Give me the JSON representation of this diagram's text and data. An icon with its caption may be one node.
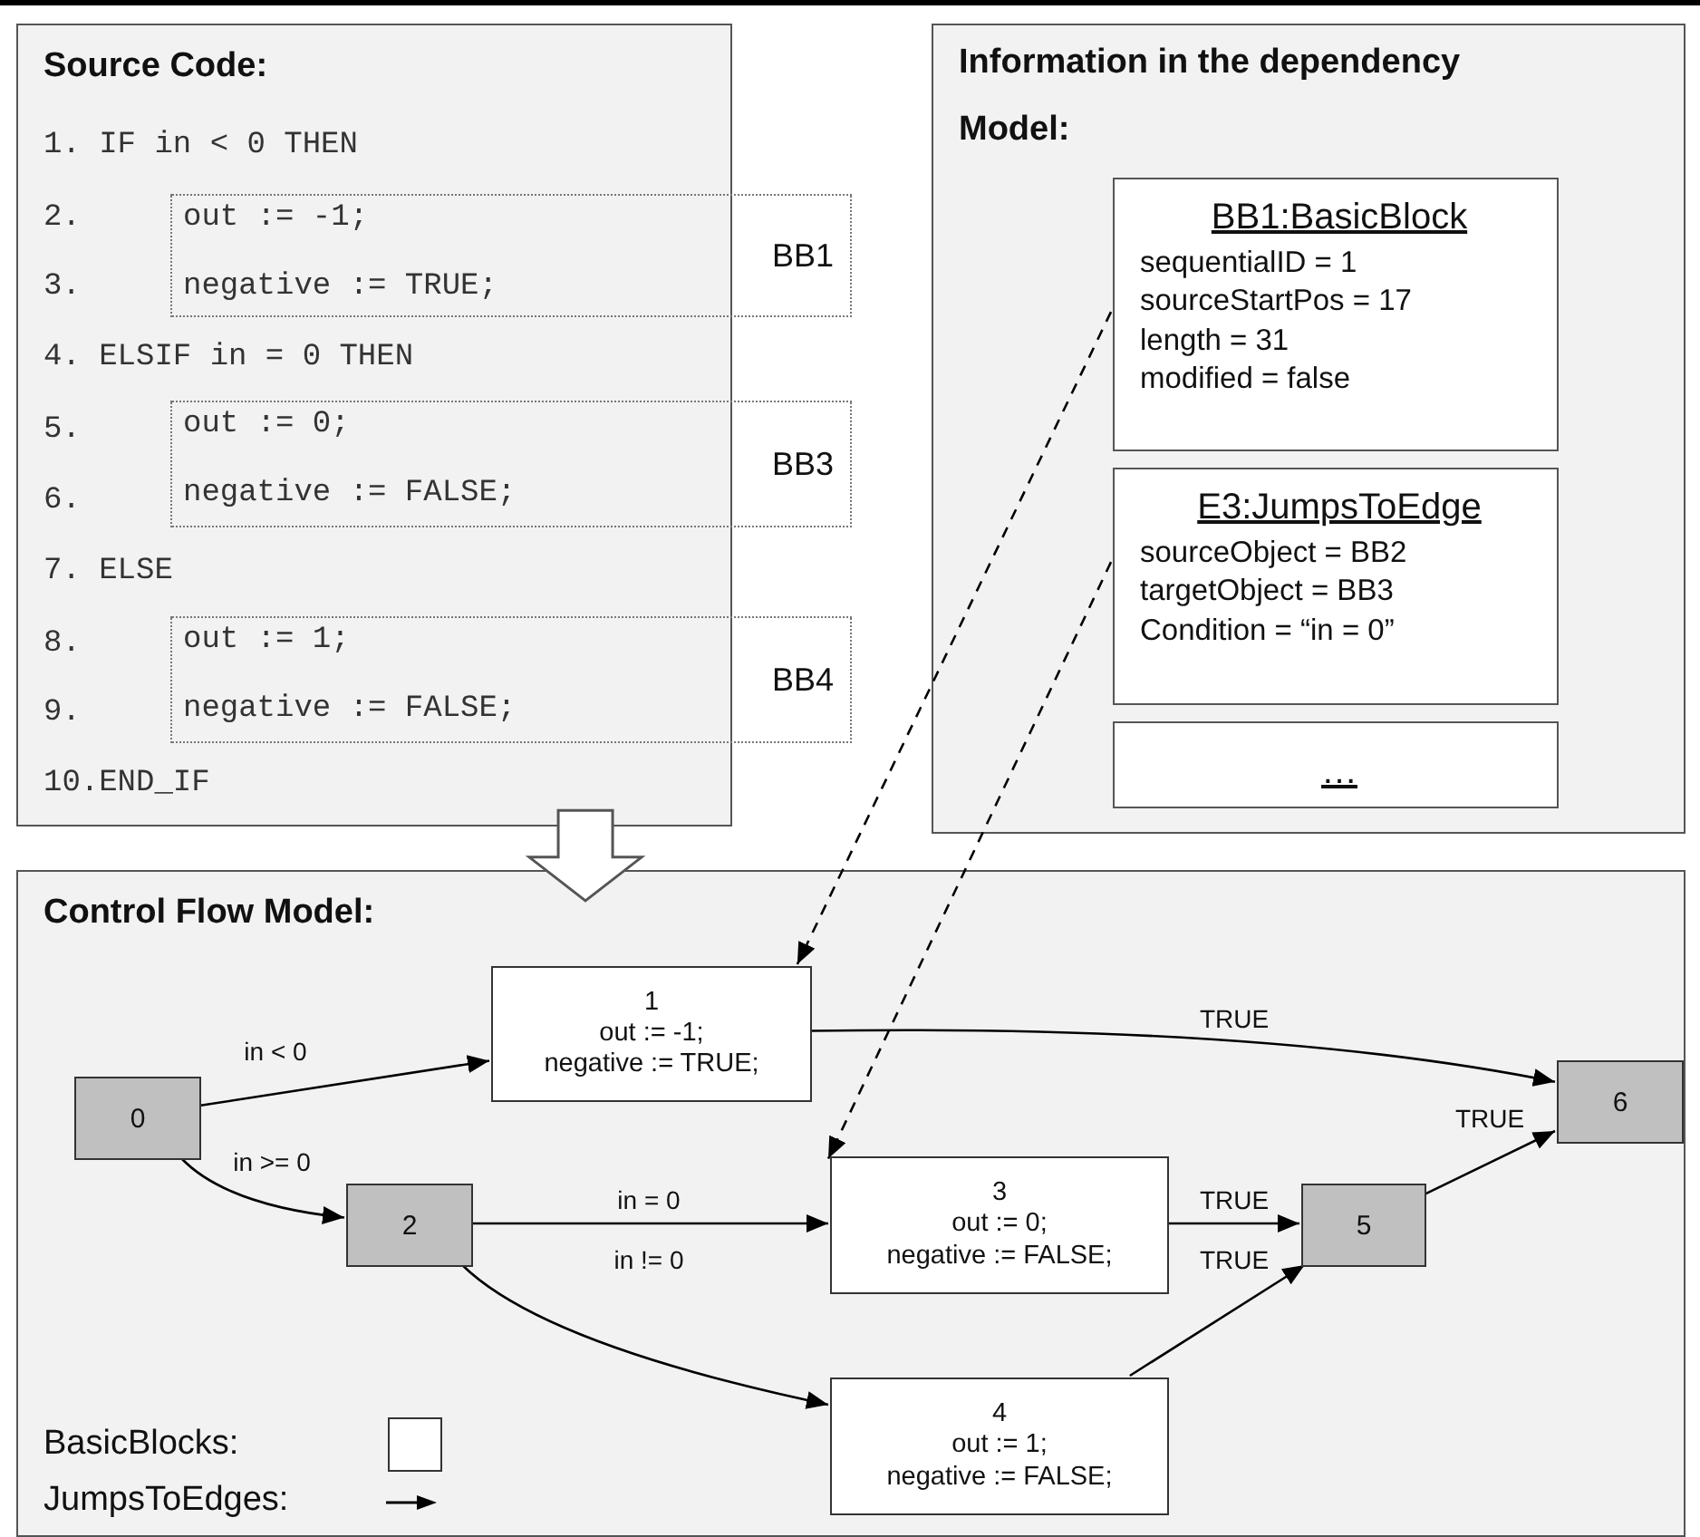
{
  "diagram": {
    "nodes": [
      {
        "text": [
          "Source Code:",
          "1. IF in < 0 THEN",
          "2.",
          "3.",
          "4. ELSIF in = 0 THEN",
          "5.",
          "6.",
          "7. ELSE",
          "8.",
          "9.",
          "10.END_IF"
        ]
      },
      {
        "text": [
          "out := -1;",
          "negative := TRUE;",
          "BB1"
        ]
      },
      {
        "text": [
          "out := 0;",
          "negative := FALSE;",
          "BB3"
        ]
      },
      {
        "text": [
          "out := 1;",
          "negative := FALSE;",
          "BB4"
        ]
      },
      {
        "text": [
          "Information in the dependency Model:"
        ]
      },
      {
        "text": [
          "BB1:BasicBlock",
          "sequentialID = 1",
          "sourceStartPos = 17",
          "length = 31",
          "modified = false"
        ],
        "in": 4
      },
      {
        "text": [
          "E3:JumpsToEdge",
          "sourceObject = BB2",
          "targetObject = BB3",
          "Condition = “in = 0”"
        ],
        "in": 4
      },
      {
        "text": [
          "…"
        ],
        "in": 4
      },
      {
        "text": [
          "Control Flow Model:"
        ]
      },
      {
        "text": [
          "0"
        ],
        "in": 8
      },
      {
        "text": [
          "1",
          "out := -1;",
          "negative := TRUE;"
        ],
        "in": 8
      },
      {
        "text": [
          "2"
        ],
        "in": 8
      },
      {
        "text": [
          "3",
          "out := 0;",
          "negative := FALSE;"
        ],
        "in": 8
      },
      {
        "text": [
          "4",
          "out := 1;",
          "negative := FALSE;"
        ],
        "in": 8
      },
      {
        "text": [
          "5"
        ],
        "in": 8
      },
      {
        "text": [
          "6"
        ],
        "in": 8
      }
    ],
    "edges": [
      {
        "from": 0,
        "to": 8,
        "arrow": "to",
        "style": "thick"
      },
      {
        "from": 5,
        "to": 10,
        "arrow": "to",
        "style": "dashed"
      },
      {
        "from": 6,
        "to": 12,
        "arrow": "to",
        "style": "dashed"
      },
      {
        "from": 9,
        "to": 10,
        "arrow": "to",
        "label": "in < 0"
      },
      {
        "from": 9,
        "to": 11,
        "arrow": "to",
        "label": "in >= 0"
      },
      {
        "from": 11,
        "to": 12,
        "arrow": "to",
        "label": "in = 0"
      },
      {
        "from": 11,
        "to": 13,
        "arrow": "to",
        "label": "in != 0"
      },
      {
        "from": 10,
        "to": 15,
        "arrow": "to",
        "label": "TRUE"
      },
      {
        "from": 12,
        "to": 14,
        "arrow": "to",
        "label": "TRUE"
      },
      {
        "from": 13,
        "to": 14,
        "arrow": "to",
        "label": "TRUE"
      },
      {
        "from": 14,
        "to": 15,
        "arrow": "to",
        "label": "TRUE"
      }
    ],
    "legend": [
      {
        "text": "BasicBlocks:"
      },
      {
        "text": "JumpsToEdges:"
      }
    ]
  }
}
